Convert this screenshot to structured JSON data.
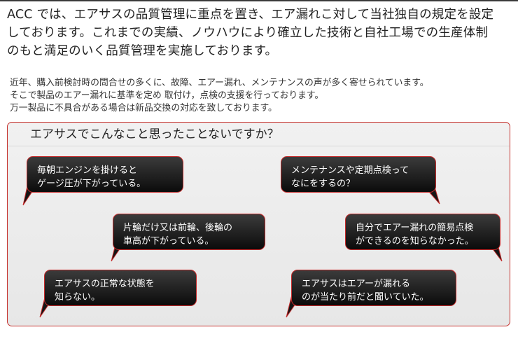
{
  "intro": {
    "lines": [
      "ACC では、エアサスの品質管理に重点を置き、エア漏れこ対して当社独自の規定を設定",
      "しております。これまでの実績、ノウハウにより確立した技術と自社工場での生産体制",
      "のもと満足のいく品質管理を実施しております。"
    ]
  },
  "notice": {
    "lines": [
      "近年、購入前検討時の問合せの多くに、故障、エアー漏れ、メンテナンスの声が多く寄せられています。",
      "そこで製品のエアー漏れに基準を定め 取付け，点検の支援を行っております。",
      "万一製品に不具合がある場合は新品交換の対応を致しております。"
    ]
  },
  "panel": {
    "title": "エアサスでこんなこと思ったことないですか？",
    "bubbles": [
      {
        "line1": "毎朝エンジンを掛けると",
        "line2": "ゲージ圧が下がっている。"
      },
      {
        "line1": "メンテナンスや定期点検って",
        "line2": "なにをするの？"
      },
      {
        "line1": "片輪だけ又は前輪、後輪の",
        "line2": "車高が下がっている。"
      },
      {
        "line1": "自分でエアー漏れの簡易点検",
        "line2": "ができるのを知らなかった。"
      },
      {
        "line1": "エアサスの正常な状態を",
        "line2": "知らない。"
      },
      {
        "line1": "エアサスはエアーが漏れる",
        "line2": "のが当たり前だと聞いていた。"
      }
    ]
  },
  "colors": {
    "bubble_fill": "#111111",
    "bubble_border": "#c42a2a",
    "panel_border": "#c6332f"
  }
}
